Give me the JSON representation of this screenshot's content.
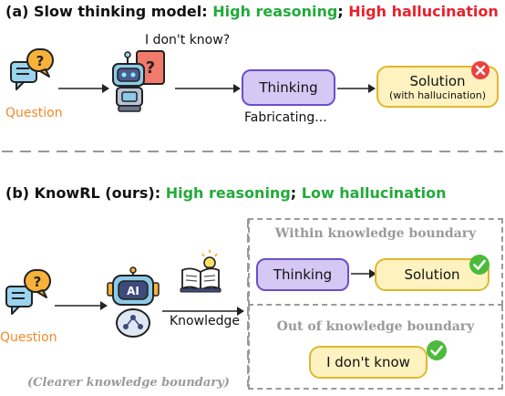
{
  "top": {
    "title_prefix": "(a) Slow thinking model:",
    "title_green": "High reasoning",
    "title_sep": ";",
    "title_red": "High hallucination",
    "question_label": "Question",
    "speech_text": "I don't know?",
    "thinking_label": "Thinking",
    "fabricating_label": "Fabricating...",
    "solution_label": "Solution",
    "solution_sub": "(with hallucination)"
  },
  "bottom": {
    "title_prefix": "(b) KnowRL (ours):",
    "title_green": "High reasoning",
    "title_sep": ";",
    "title_green2": "Low hallucination",
    "question_label": "Question",
    "ai_label": "AI",
    "knowledge_label": "Knowledge",
    "within_label": "Within knowledge boundary",
    "thinking_label": "Thinking",
    "solution_label": "Solution",
    "out_label": "Out of knowledge boundary",
    "idk_label": "I don't know",
    "caption": "(Clearer knowledge boundary)"
  },
  "colors": {
    "green": "#22aa3a",
    "red": "#e8222b",
    "orange": "#f08a2a",
    "thinking_fill": "#d6c8f5",
    "solution_fill": "#fdf2c0"
  },
  "icons": {
    "question": "chat-question-icon",
    "robot": "robot-icon",
    "document": "document-question-icon",
    "ai_robot": "ai-robot-icon",
    "book": "book-lightbulb-icon",
    "fail": "x-circle-icon",
    "success": "check-circle-icon"
  }
}
